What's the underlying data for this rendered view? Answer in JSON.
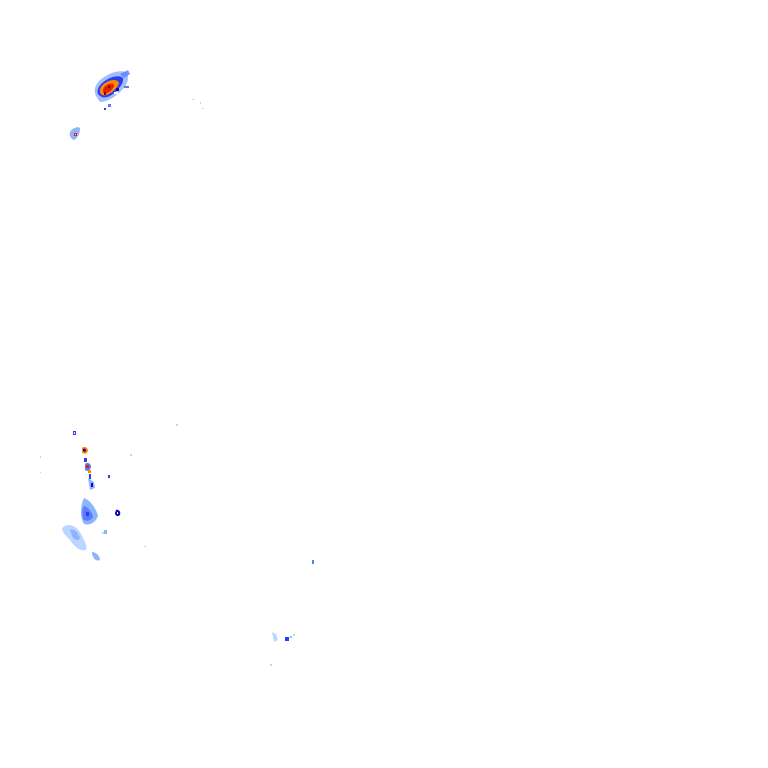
{
  "map": {
    "layer": "radar-precipitation-overlay",
    "background_color": "#ffffff",
    "intensity_colors": {
      "very_light": "#bcd6ff",
      "light": "#8fb4ff",
      "moderate_light": "#5a7dff",
      "moderate": "#2d3df0",
      "heavy": "#0a0ab0",
      "very_heavy": "#ff8a00",
      "intense": "#e02000",
      "extreme": "#8a0000"
    },
    "echoes": [
      {
        "name": "echo-cell-northwest-main",
        "intensity": "intense",
        "description_level": "core"
      },
      {
        "name": "echo-cell-northwest-small",
        "intensity": "moderate"
      },
      {
        "name": "echo-band-southwest",
        "intensity": "heavy"
      },
      {
        "name": "echo-scatter-southwest",
        "intensity": "light"
      },
      {
        "name": "echo-specks-south-central",
        "intensity": "moderate"
      }
    ]
  }
}
